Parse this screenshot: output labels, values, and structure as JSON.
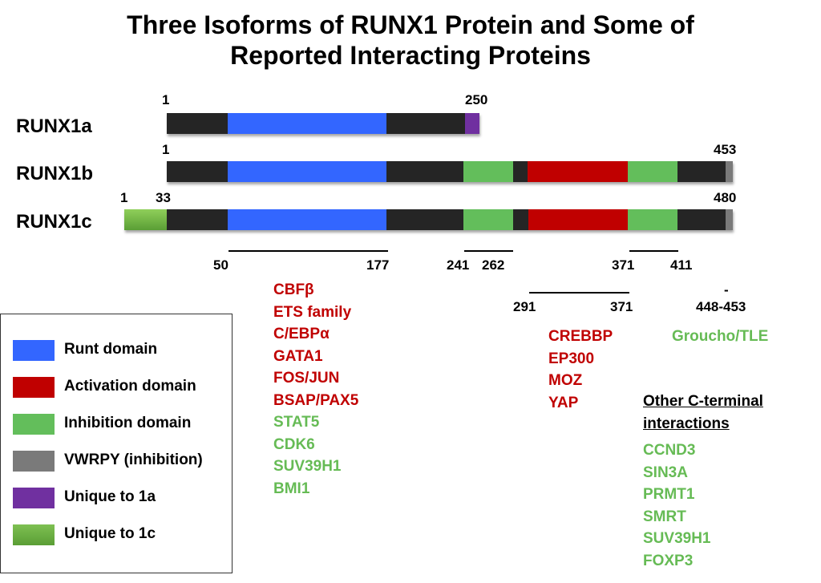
{
  "title": {
    "line1": "Three Isoforms of RUNX1 Protein and Some of",
    "line2": "Reported Interacting Proteins"
  },
  "colors": {
    "linker": "#252525",
    "runt": "#3366ff",
    "activation": "#c00000",
    "inhibition": "#63be5b",
    "vwrpy": "#7a7a7a",
    "unique_1a": "#7030a0",
    "unique_1c": "#70ad47"
  },
  "isoforms": [
    {
      "name": "RUNX1a",
      "start_label": "1",
      "end_label": "250"
    },
    {
      "name": "RUNX1b",
      "start_label": "1",
      "end_label": "453"
    },
    {
      "name": "RUNX1c",
      "start_label": "1",
      "mid_label": "33",
      "end_label": "480"
    }
  ],
  "positions": {
    "runt": [
      "50",
      "177"
    ],
    "inhib1": [
      "241",
      "262"
    ],
    "inhib2": [
      "371",
      "411"
    ],
    "activation": [
      "291",
      "371"
    ],
    "vwrpy": "448-453",
    "vwrpy_dash": "-"
  },
  "interactors": {
    "runt_domain": [
      {
        "label": "CBFβ",
        "class": "red"
      },
      {
        "label": "ETS family",
        "class": "red"
      },
      {
        "label": "C/EBPα",
        "class": "red"
      },
      {
        "label": "GATA1",
        "class": "red"
      },
      {
        "label": "FOS/JUN",
        "class": "red"
      },
      {
        "label": "BSAP/PAX5",
        "class": "red"
      },
      {
        "label": "STAT5",
        "class": "green"
      },
      {
        "label": "CDK6",
        "class": "green"
      },
      {
        "label": "SUV39H1",
        "class": "green"
      },
      {
        "label": "BMI1",
        "class": "green"
      }
    ],
    "activation_domain": [
      "CREBBP",
      "EP300",
      "MOZ",
      "YAP"
    ],
    "vwrpy": "Groucho/TLE",
    "c_terminal_header_line1": "Other C-terminal",
    "c_terminal_header_line2": "interactions",
    "c_terminal": [
      "CCND3",
      "SIN3A",
      "PRMT1",
      "SMRT",
      "SUV39H1",
      "FOXP3"
    ]
  },
  "legend": [
    {
      "label": "Runt domain",
      "color": "#3366ff"
    },
    {
      "label": "Activation domain",
      "color": "#c00000"
    },
    {
      "label": "Inhibition domain",
      "color": "#63be5b"
    },
    {
      "label": "VWRPY (inhibition)",
      "color": "#7a7a7a"
    },
    {
      "label": "Unique to 1a",
      "color": "#7030a0"
    },
    {
      "label": "Unique to 1c",
      "color": "#70ad47"
    }
  ]
}
